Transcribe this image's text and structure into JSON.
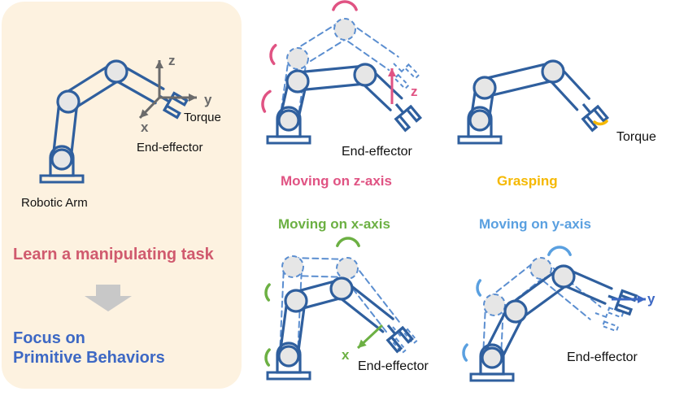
{
  "colors": {
    "panel_bg": "#fdf2e0",
    "arm_blue": "#2f5f9e",
    "joint_fill": "#e6e6e6",
    "ghost_blue": "#5b8ed0",
    "pink": "#e05383",
    "green": "#6cb043",
    "light_blue": "#5aa0e0",
    "yellow": "#f5b800",
    "gray_axis": "#6b6b6b",
    "task_red": "#d05a6e",
    "focus_blue": "#3d68c4",
    "arrow_gray": "#c8c8c8"
  },
  "left_panel": {
    "robot_label": "Robotic Arm",
    "axis_z": "z",
    "axis_y": "y",
    "axis_x": "x",
    "torque_label": "Torque",
    "end_effector_label": "End-effector",
    "task_text": "Learn a manipulating task",
    "focus_line1": "Focus on",
    "focus_line2": "Primitive Behaviors"
  },
  "panels": {
    "z_axis": {
      "title": "Moving on z-axis",
      "axis": "z",
      "end_effector": "End-effector"
    },
    "grasping": {
      "title": "Grasping",
      "torque": "Torque"
    },
    "x_axis": {
      "title": "Moving on x-axis",
      "axis": "x",
      "end_effector": "End-effector"
    },
    "y_axis": {
      "title": "Moving on y-axis",
      "axis": "y",
      "end_effector": "End-effector"
    }
  }
}
